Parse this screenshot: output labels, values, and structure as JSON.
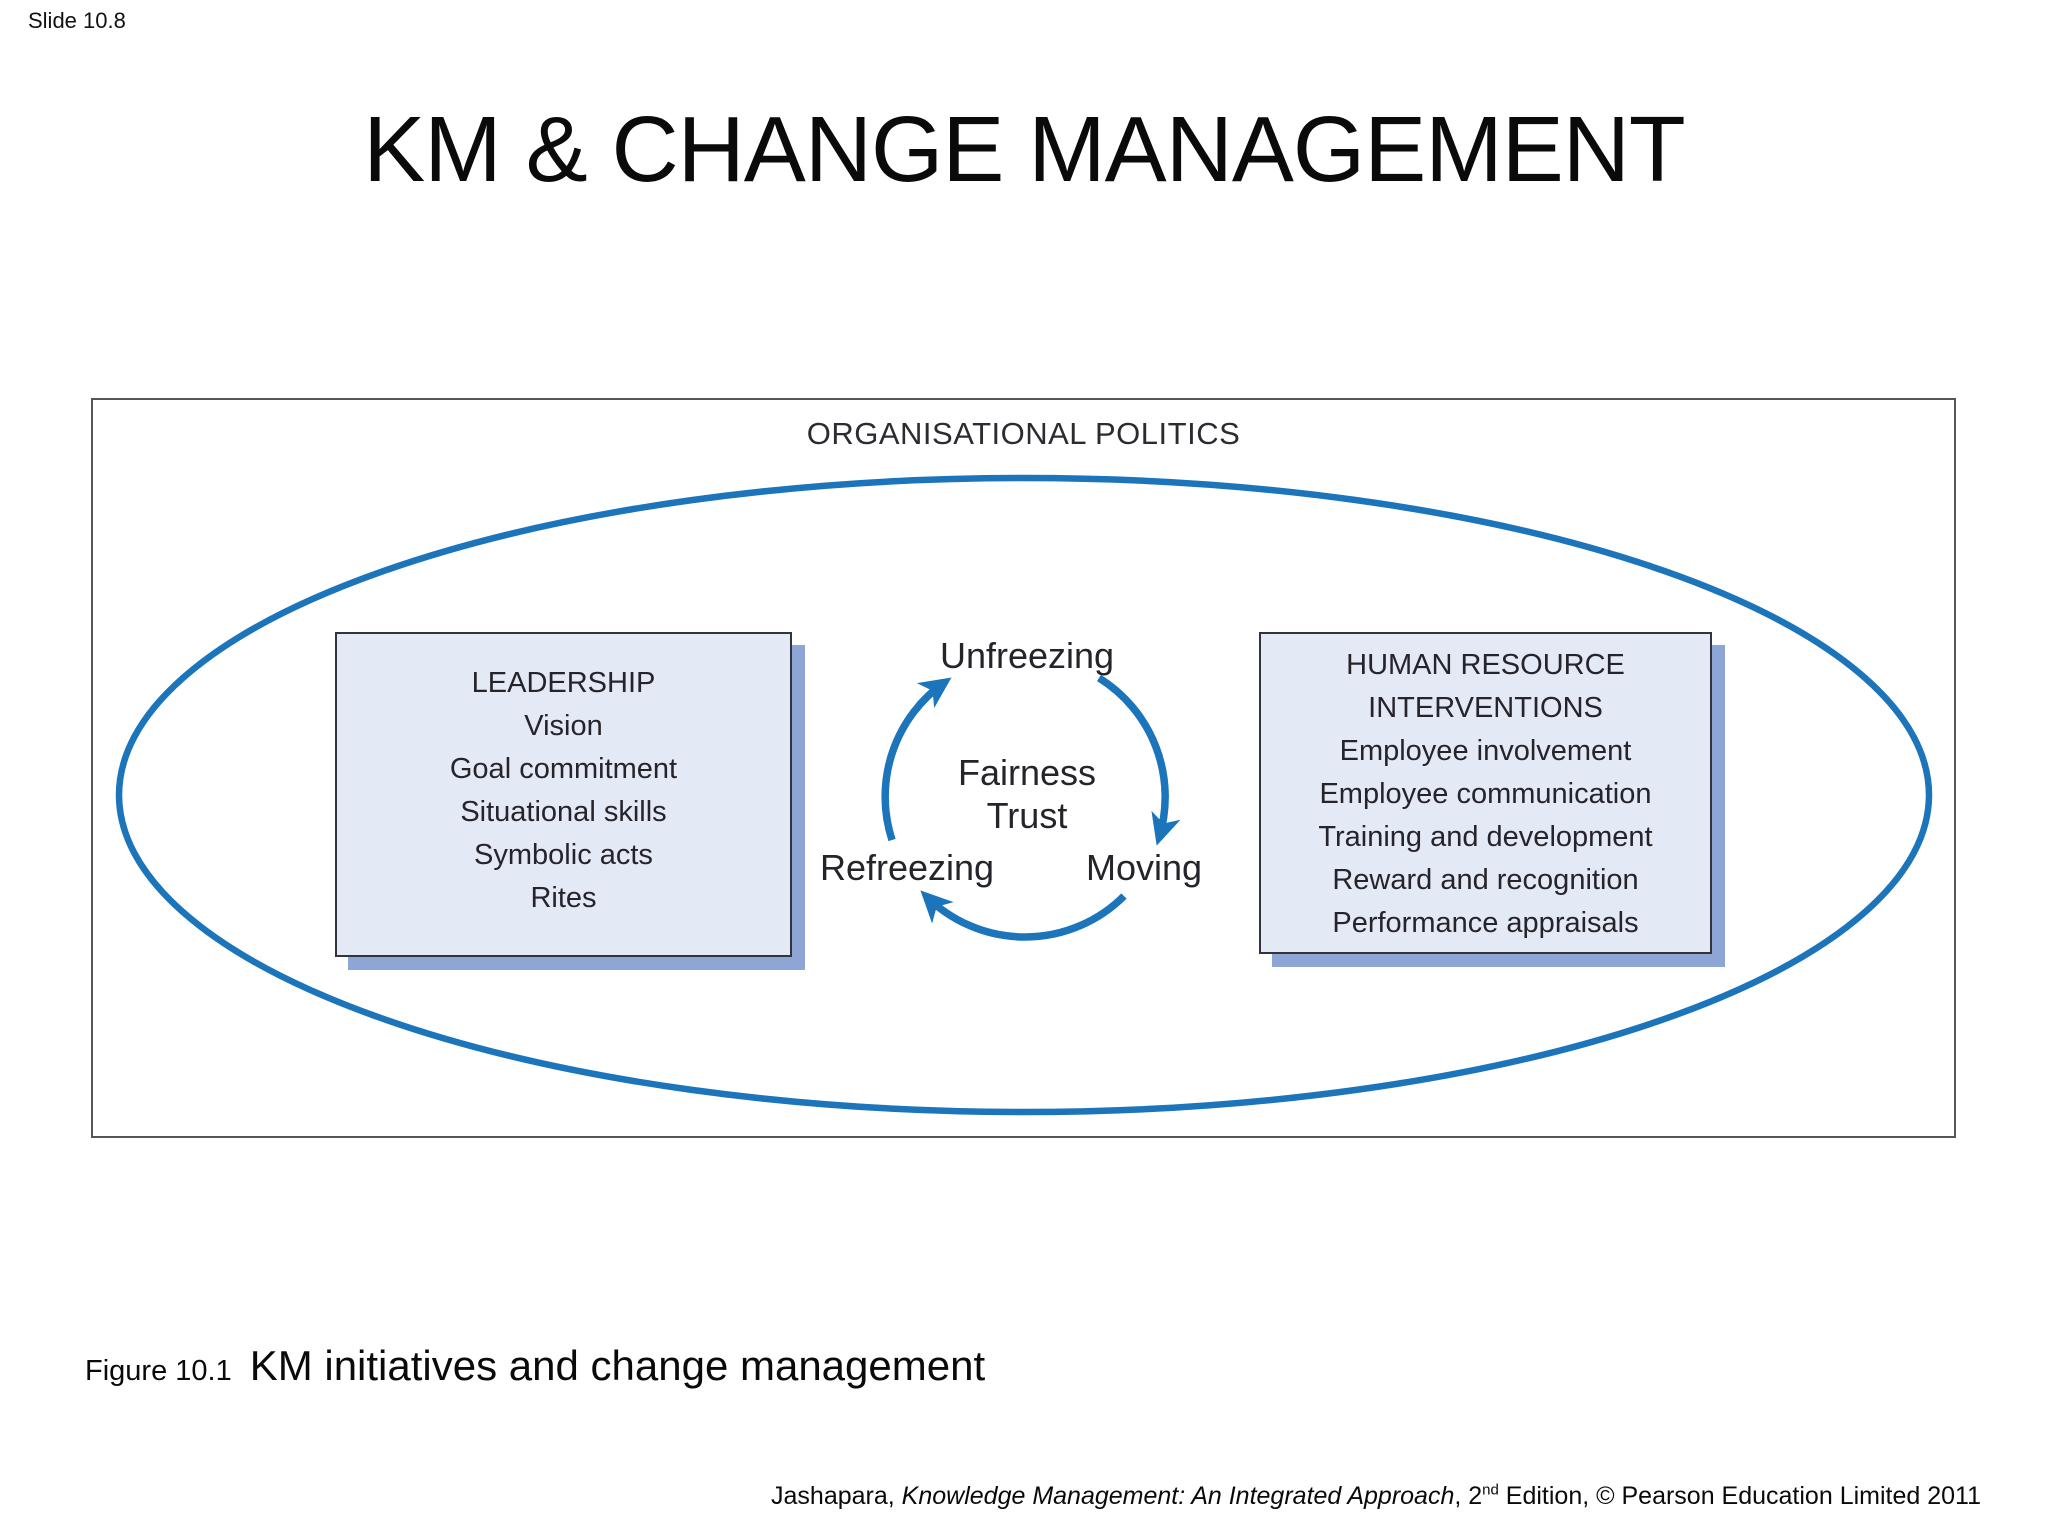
{
  "slide": {
    "label": "Slide 10.8",
    "title": "KM & CHANGE MANAGEMENT"
  },
  "figure": {
    "ellipse_label": "ORGANISATIONAL POLITICS",
    "leadership_box": {
      "title": "LEADERSHIP",
      "items": [
        "Vision",
        "Goal commitment",
        "Situational skills",
        "Symbolic acts",
        "Rites"
      ]
    },
    "hr_box": {
      "title_line1": "HUMAN RESOURCE",
      "title_line2": "INTERVENTIONS",
      "items": [
        "Employee involvement",
        "Employee communication",
        "Training and development",
        "Reward and recognition",
        "Performance appraisals"
      ]
    },
    "cycle": {
      "top": "Unfreezing",
      "right": "Moving",
      "left": "Refreezing",
      "center_line1": "Fairness",
      "center_line2": "Trust"
    },
    "colors": {
      "arrow_blue": "#1c74ba",
      "box_fill": "#e4e9f6",
      "box_shadow": "#8da6d6",
      "box_border": "#33333c",
      "frame_border": "#55555c"
    }
  },
  "caption": {
    "figure_number": "Figure 10.1",
    "text": "KM initiatives and change management"
  },
  "footer": {
    "prefix": "Jashapara, ",
    "book_title": "Knowledge Management: An Integrated Approach",
    "edition_number": ", 2",
    "edition_sup": "nd",
    "suffix": " Edition, © Pearson Education Limited 2011"
  }
}
